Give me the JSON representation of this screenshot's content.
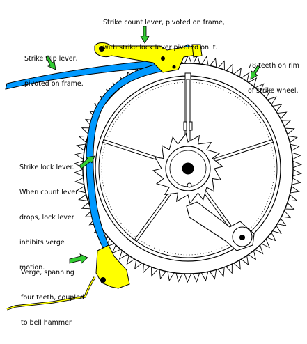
{
  "labels": {
    "count_lever": [
      "Strike count lever, pivoted on frame,",
      "with strike lock lever pivoted on it."
    ],
    "trip_lever": [
      "Strike trip lever,",
      "pivoted on frame."
    ],
    "teeth": [
      "78 teeth on rim",
      "of strike wheel."
    ],
    "lock_lever": [
      "Strike lock lever.",
      "When count lever",
      "drops, lock lever",
      "inhibits verge",
      "motion."
    ],
    "verge": [
      "Verge, spanning",
      "four teeth, coupled",
      "to bell hammer."
    ]
  },
  "diagram": {
    "tooth_count": 78,
    "colors": {
      "lever_yellow": "#ffff00",
      "lever_blue": "#0099ff",
      "pointer_green": "#33cc33",
      "ink": "#000000",
      "paper": "#ffffff"
    }
  }
}
